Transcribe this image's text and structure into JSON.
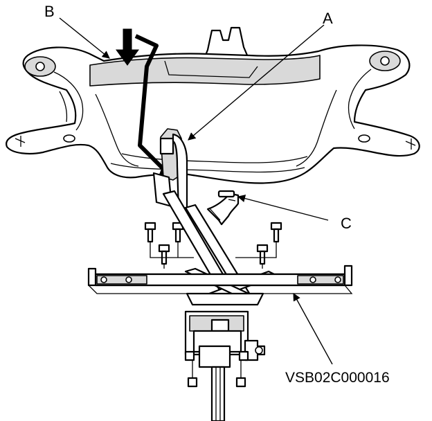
{
  "diagram": {
    "callouts": {
      "a": "A",
      "b": "B",
      "c": "C"
    },
    "figure_id": "VSB02C000016",
    "colors": {
      "line": "#000000",
      "fill": "#ffffff",
      "shade": "#d9d9d9"
    }
  }
}
